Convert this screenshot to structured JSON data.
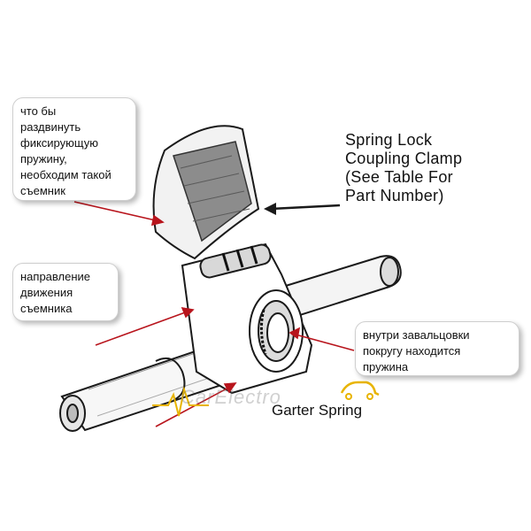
{
  "callouts": {
    "top": "что бы\nраздвинуть\nфиксирующую\nпружину,\nнеобходим такой\nсъемник",
    "mid": "направление\nдвижения\nсъемника",
    "right": "внутри завальцовки\nпокругу находится\nпружина"
  },
  "labels": {
    "spring_lock": "Spring Lock\nCoupling Clamp\n(See Table For\nPart Number)",
    "garter_spring": "Garter Spring"
  },
  "watermark": "CarElectro",
  "colors": {
    "arrow_red": "#b8141c",
    "line_dark": "#1a1a1a",
    "watermark_yellow": "#e8b400"
  }
}
